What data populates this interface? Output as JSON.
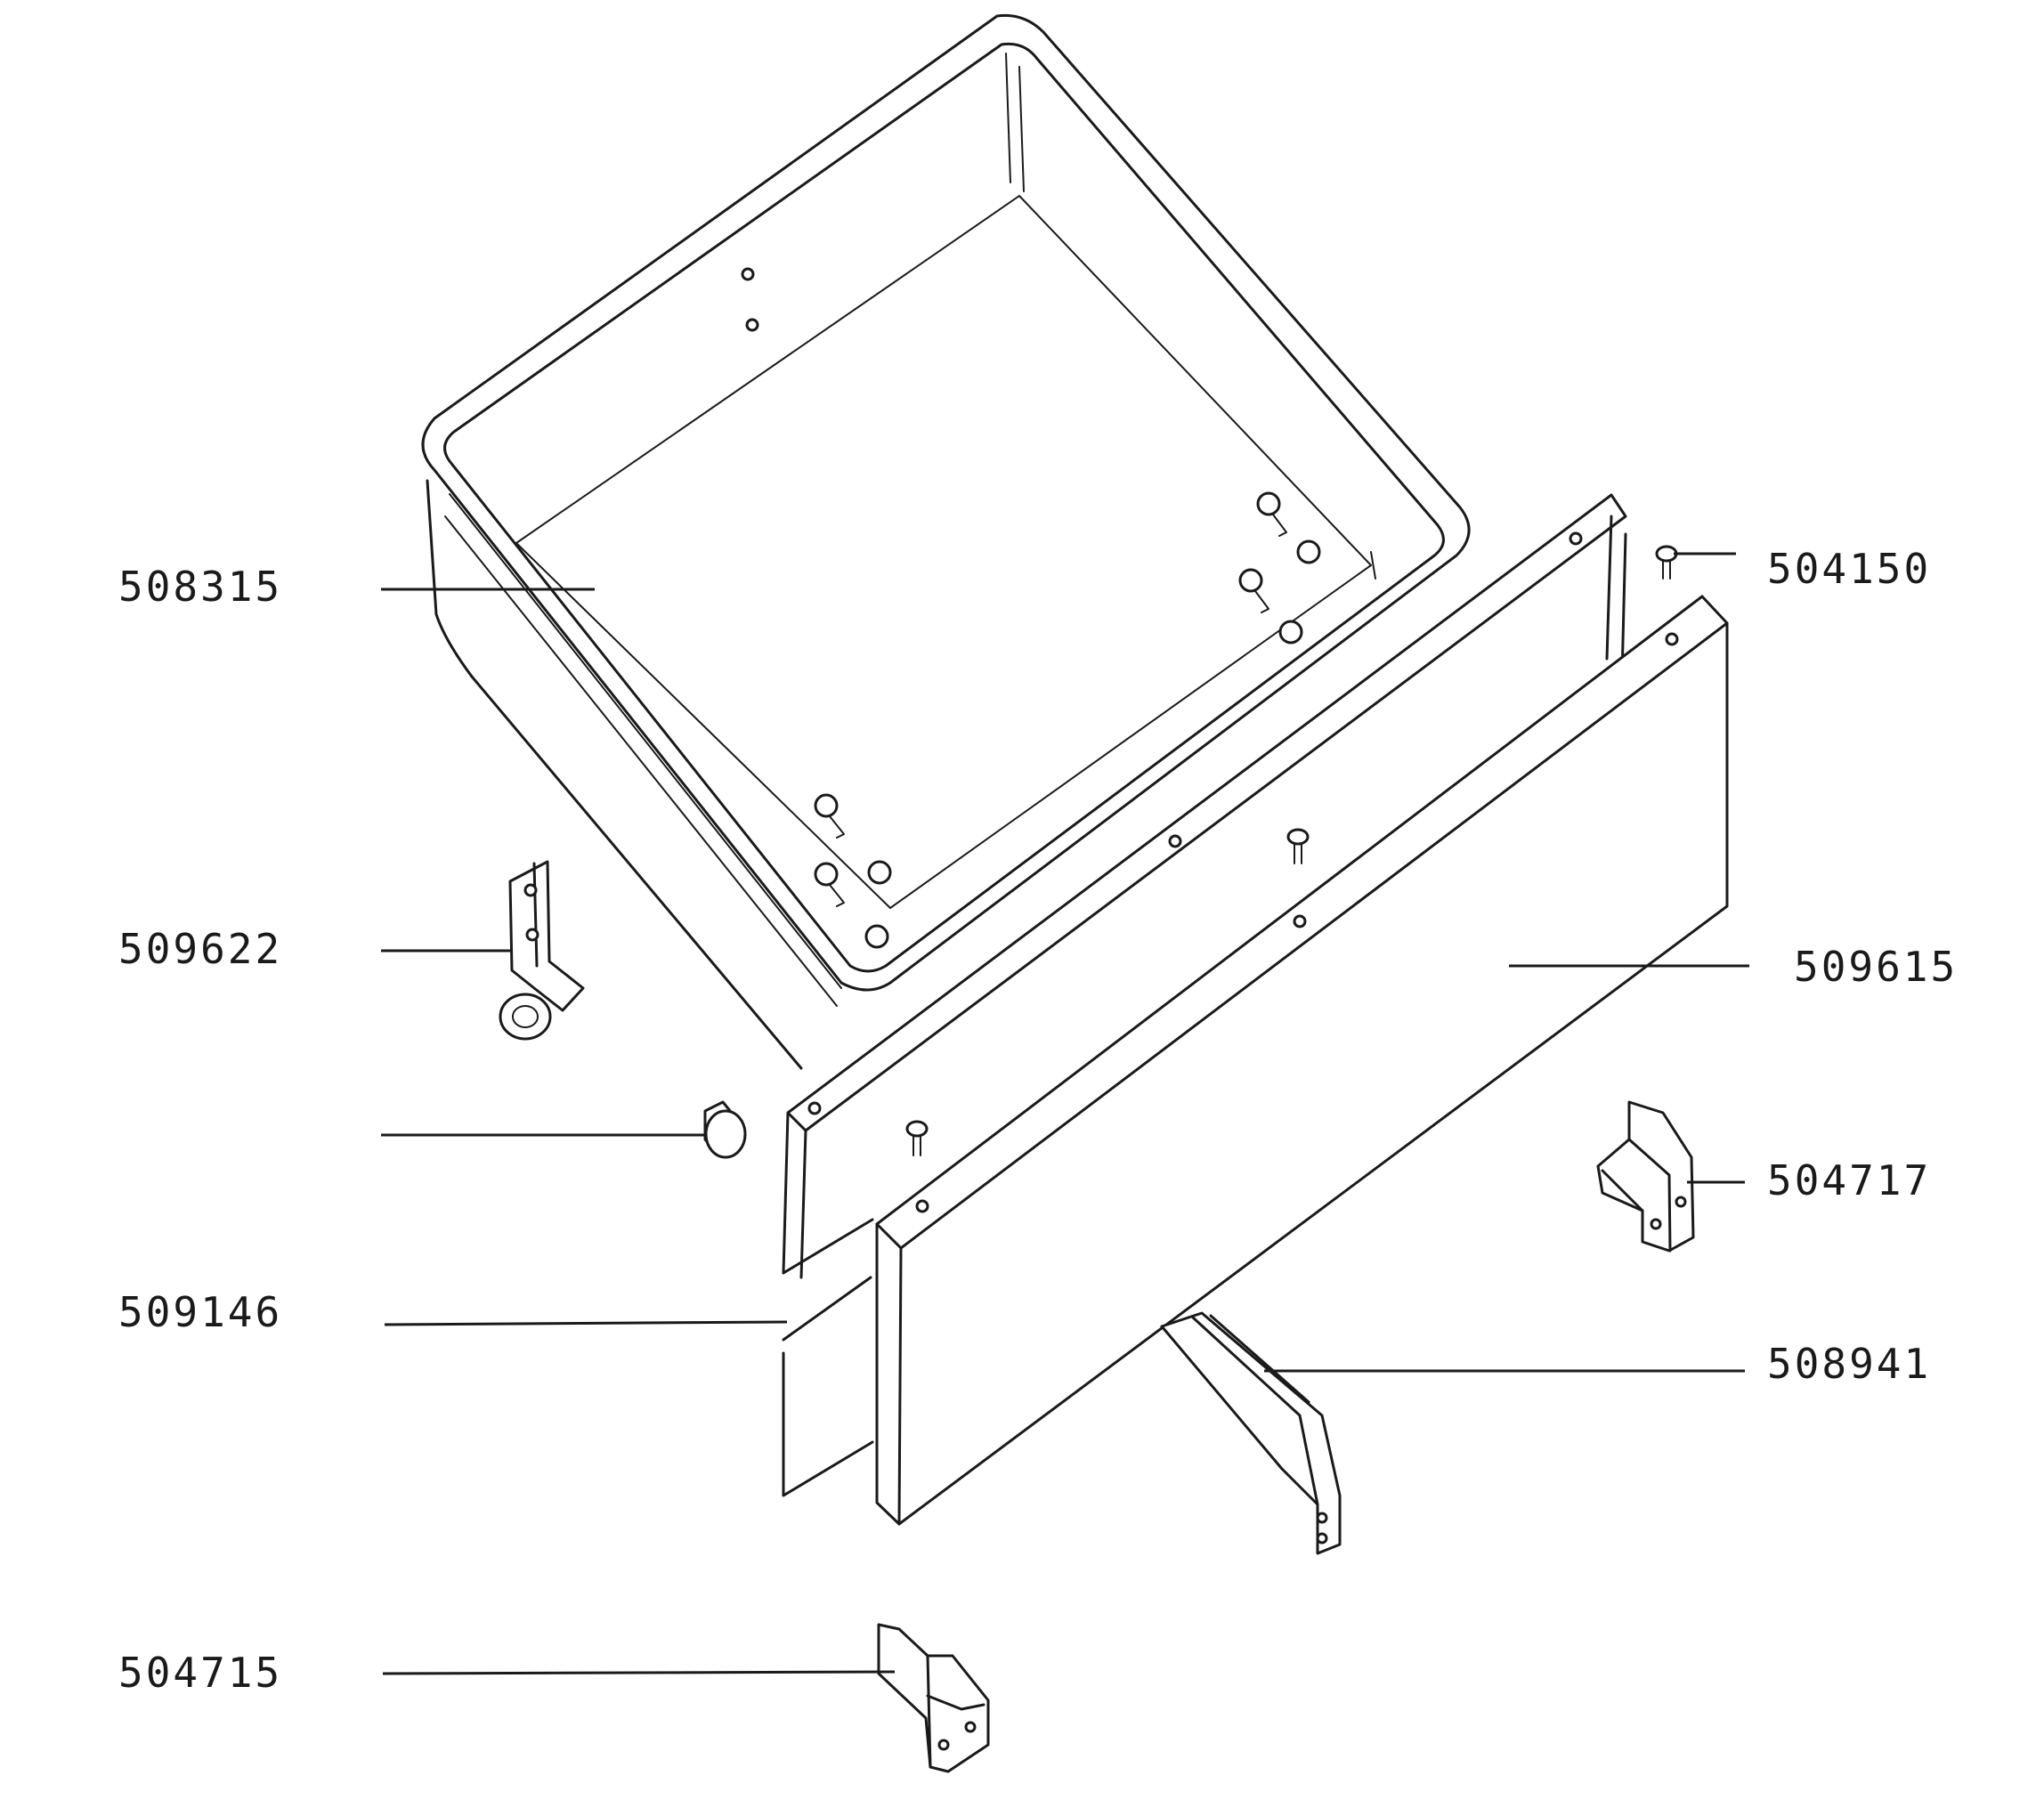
{
  "parts": [
    {
      "id": "tub",
      "label": "508315"
    },
    {
      "id": "castor",
      "label": "509622"
    },
    {
      "id": "knob",
      "label": ""
    },
    {
      "id": "rail",
      "label": "509146"
    },
    {
      "id": "bracket-left",
      "label": "504715"
    },
    {
      "id": "pin",
      "label": "504150"
    },
    {
      "id": "front-panel",
      "label": "509615"
    },
    {
      "id": "bracket-right",
      "label": "504717"
    },
    {
      "id": "runner",
      "label": "508941"
    }
  ]
}
